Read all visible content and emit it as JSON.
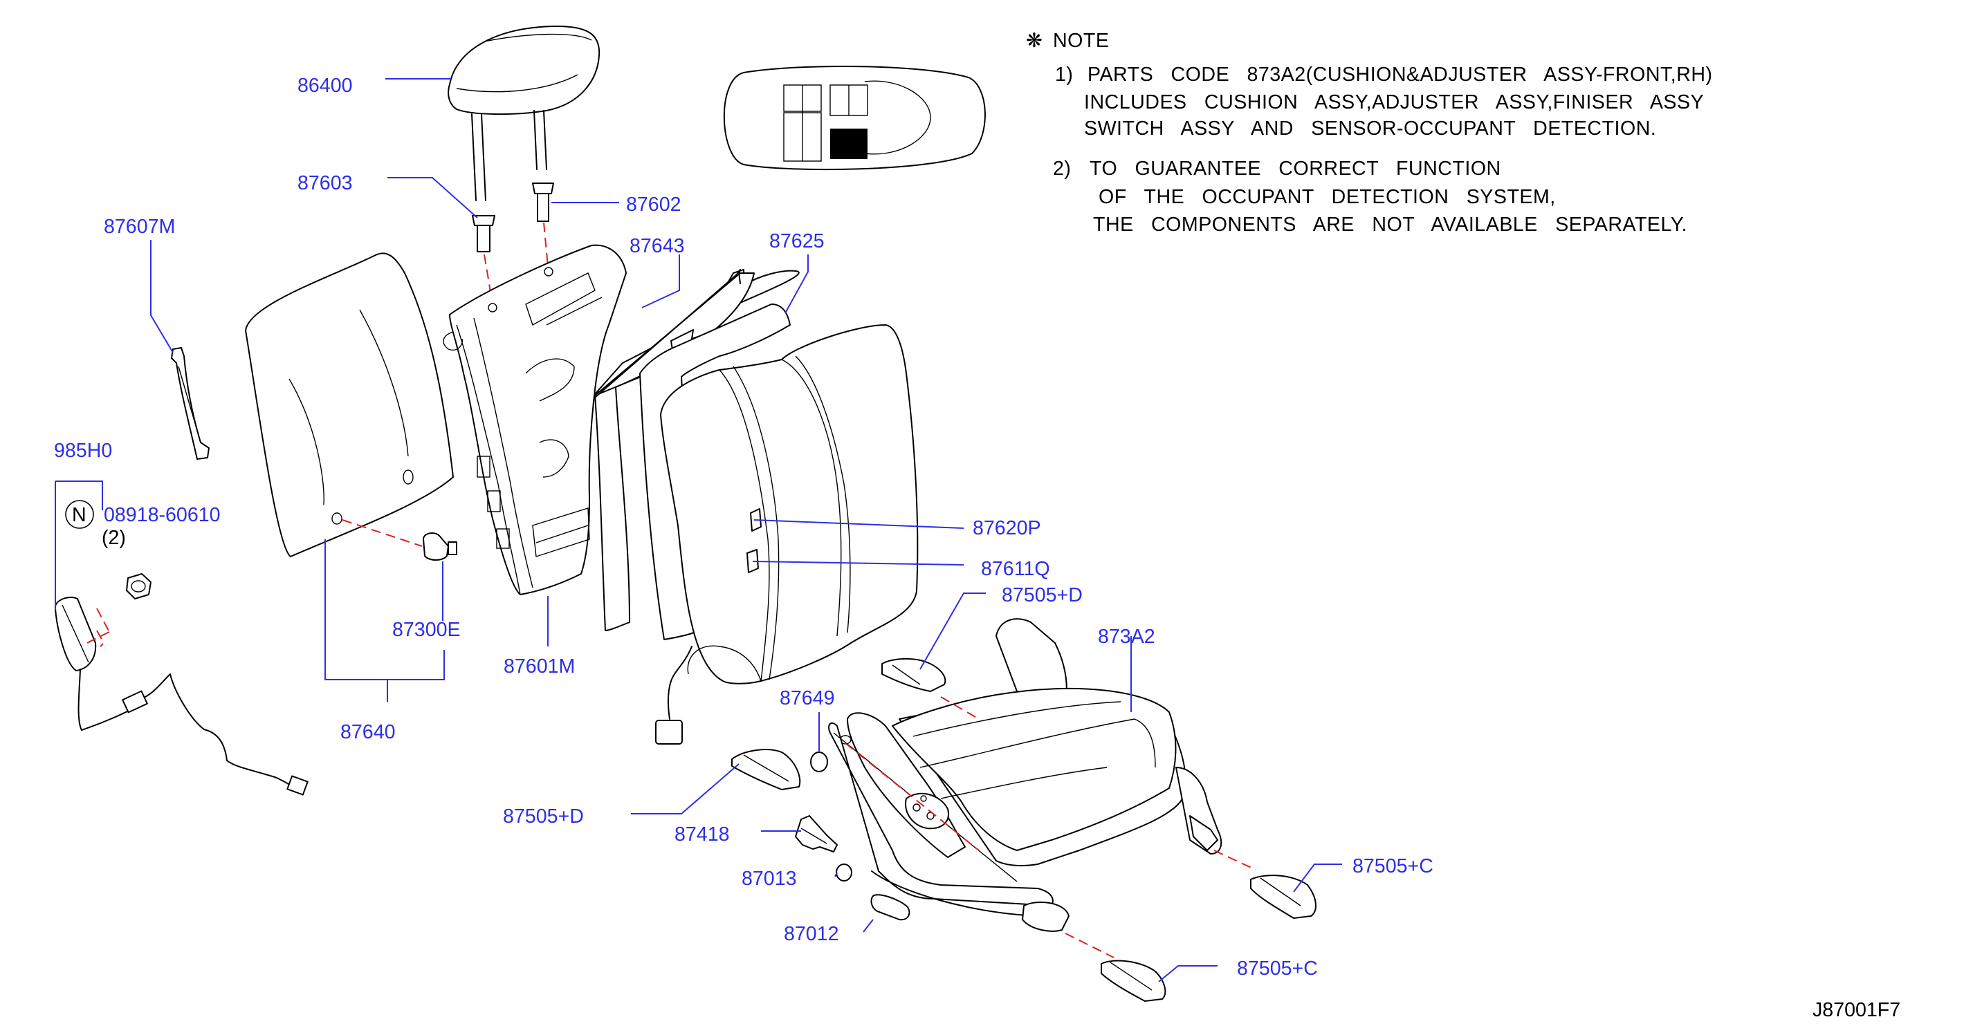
{
  "notes": {
    "heading_symbol": "❋",
    "heading": "NOTE",
    "note1_num": "1)",
    "note1_lines": [
      "PARTS   CODE   873A2(CUSHION&ADJUSTER   ASSY-FRONT,RH)",
      "INCLUDES   CUSHION   ASSY,ADJUSTER   ASSY,FINISER   ASSY",
      "SWITCH   ASSY   AND   SENSOR-OCCUPANT   DETECTION."
    ],
    "note2_num": "2)",
    "note2_lines": [
      "TO   GUARANTEE   CORRECT   FUNCTION",
      "OF   THE   OCCUPANT   DETECTION   SYSTEM,",
      "THE   COMPONENTS   ARE   NOT   AVAILABLE   SEPARATELY."
    ]
  },
  "parts": {
    "p86400": "86400",
    "p87603": "87603",
    "p87602": "87602",
    "p87607M": "87607M",
    "p87643": "87643",
    "p87625": "87625",
    "p985H0": "985H0",
    "p08918": "08918-60610",
    "p87620P": "87620P",
    "p87611Q": "87611Q",
    "p87505D_upper": "87505+D",
    "p873A2": "873A2",
    "p87300E": "87300E",
    "p87601M": "87601M",
    "p87640": "87640",
    "p87649": "87649",
    "p87505D_lower": "87505+D",
    "p87418": "87418",
    "p87505C_right": "87505+C",
    "p87013": "87013",
    "p87012": "87012",
    "p87505C_bottom": "87505+C"
  },
  "nut_symbol": "N",
  "nut_qty": "(2)",
  "diagram_code": "J87001F7",
  "colors": {
    "label": "#2e2ee6",
    "leader": "#2e2ee6",
    "line": "#000000",
    "dashed": "#e02020"
  }
}
